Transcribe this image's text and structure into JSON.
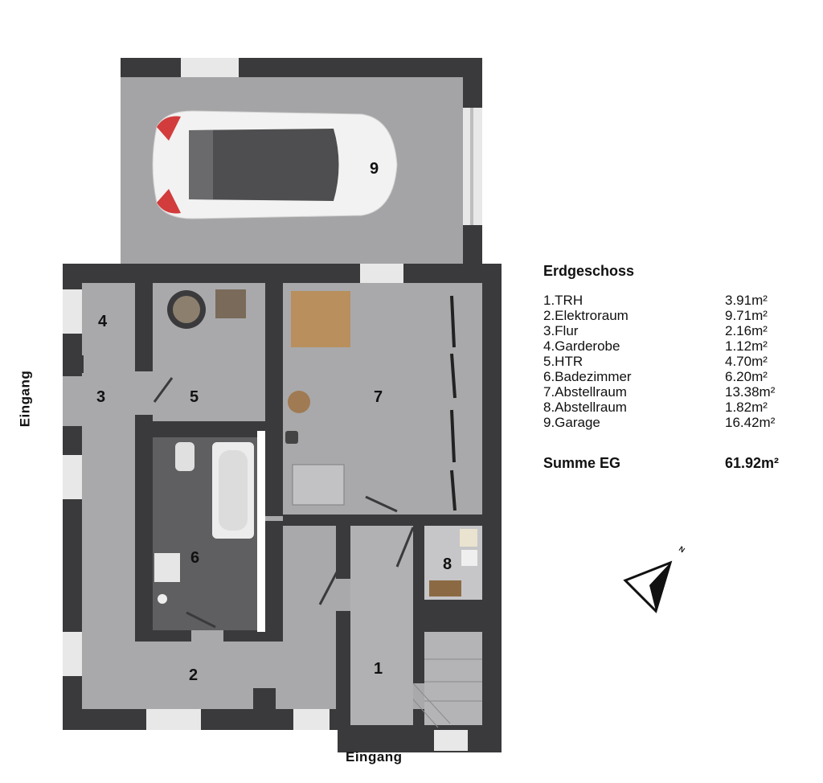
{
  "legend": {
    "title": "Erdgeschoss",
    "rooms": [
      {
        "label": "1.TRH",
        "area": "3.91m²"
      },
      {
        "label": "2.Elektroraum",
        "area": "9.71m²"
      },
      {
        "label": "3.Flur",
        "area": "2.16m²"
      },
      {
        "label": "4.Garderobe",
        "area": "1.12m²"
      },
      {
        "label": "5.HTR",
        "area": "4.70m²"
      },
      {
        "label": "6.Badezimmer",
        "area": "6.20m²"
      },
      {
        "label": "7.Abstellraum",
        "area": "13.38m²"
      },
      {
        "label": "8.Abstellraum",
        "area": "1.82m²"
      },
      {
        "label": "9.Garage",
        "area": "16.42m²"
      }
    ],
    "sum_label": "Summe EG",
    "sum_value": "61.92m²"
  },
  "room_numbers": {
    "r1": "1",
    "r2": "2",
    "r3": "3",
    "r4": "4",
    "r5": "5",
    "r6": "6",
    "r7": "7",
    "r8": "8",
    "r9": "9"
  },
  "entrances": {
    "bottom": "Eingang",
    "left": "Eingang"
  },
  "compass": {
    "north_label": "N"
  },
  "colors": {
    "wall": "#3a3a3c",
    "floor": "#a9a9ab",
    "garage_floor": "#a4a4a6",
    "tile": "#b1b1b3"
  }
}
